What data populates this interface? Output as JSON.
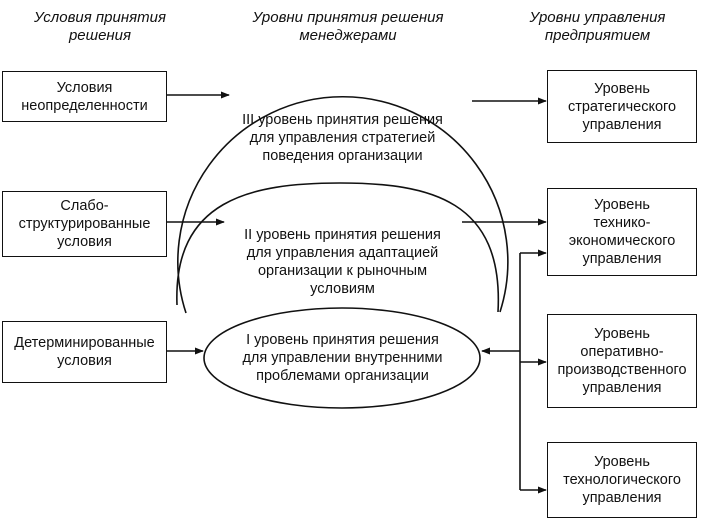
{
  "headers": {
    "conditions": "Условия принятия\nрешения",
    "levels": "Уровни принятия решения\nменеджерами",
    "management": "Уровни управления\nпредприятием"
  },
  "conditions": [
    "Условия\nнеопределенности",
    "Слабо-\nструктурированные\nусловия",
    "Детерминированные\nусловия"
  ],
  "decision_levels": {
    "level3": "III уровень принятия решения\nдля управления стратегией\nповедения организации",
    "level2": "II уровень принятия решения\nдля управления адаптацией\nорганизации к рыночным\nусловиям",
    "level1": "I уровень принятия решения\nдля управлении внутренними\nпроблемами организации"
  },
  "management_levels": [
    "Уровень\nстратегического\nуправления",
    "Уровень\nтехнико-\nэкономического\nуправления",
    "Уровень\nоперативно-\nпроизводственного\nуправления",
    "Уровень\nтехнологического\nуправления"
  ]
}
